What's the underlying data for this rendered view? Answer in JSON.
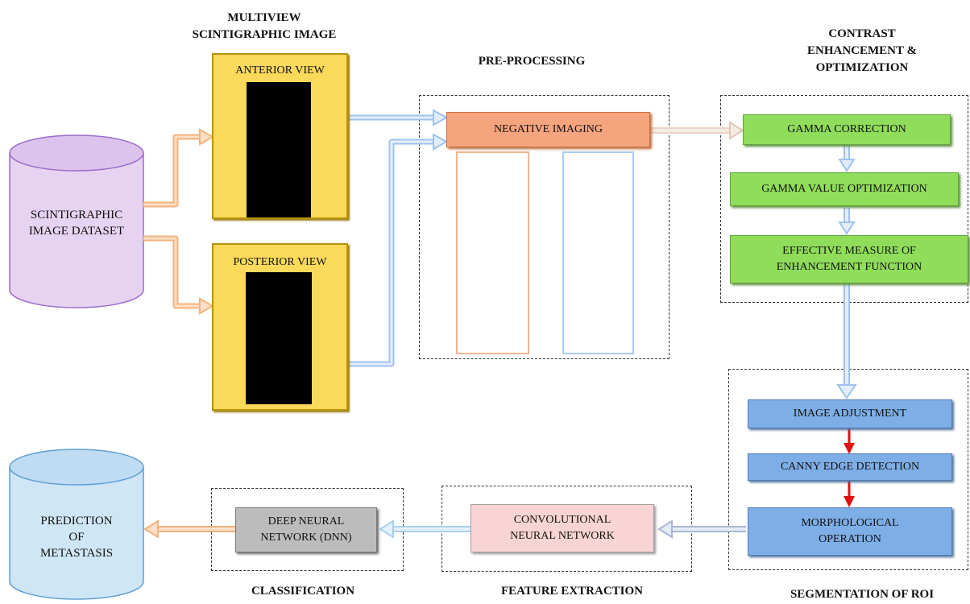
{
  "titles": {
    "multiview": "MULTIVIEW SCINTIGRAPHIC IMAGE",
    "preprocessing": "PRE-PROCESSING",
    "contrast": "CONTRAST ENHANCEMENT & OPTIMIZATION",
    "classification": "CLASSIFICATION",
    "feature_extraction": "FEATURE EXTRACTION",
    "segmentation": "SEGMENTATION OF ROI"
  },
  "dataset": {
    "label": "SCINTIGRAPHIC IMAGE DATASET"
  },
  "views": {
    "anterior": "ANTERIOR VIEW",
    "posterior": "POSTERIOR VIEW"
  },
  "preprocessing": {
    "negative": "NEGATIVE IMAGING"
  },
  "contrast_steps": {
    "gamma": "GAMMA CORRECTION",
    "gamma_opt": "GAMMA VALUE OPTIMIZATION",
    "eme": "EFFECTIVE MEASURE OF ENHANCEMENT FUNCTION"
  },
  "segmentation_steps": {
    "adjust": "IMAGE ADJUSTMENT",
    "canny": "CANNY EDGE DETECTION",
    "morph": "MORPHOLOGICAL OPERATION"
  },
  "feature": {
    "cnn": "CONVOLUTIONAL NEURAL NETWORK"
  },
  "classifier": {
    "dnn": "DEEP NEURAL NETWORK (DNN)"
  },
  "output": {
    "label": "PREDICTION OF METASTASIS"
  },
  "colors": {
    "dataset_fill": "#e6d3f2",
    "output_fill": "#cfe6f7",
    "yellow": "#fbd95a",
    "salmon": "#f6a47e",
    "green": "#8fdd5a",
    "blue": "#7eaee6",
    "pink": "#f9d4d4",
    "gray": "#bcbcbc",
    "red_arrow": "#e01010"
  }
}
